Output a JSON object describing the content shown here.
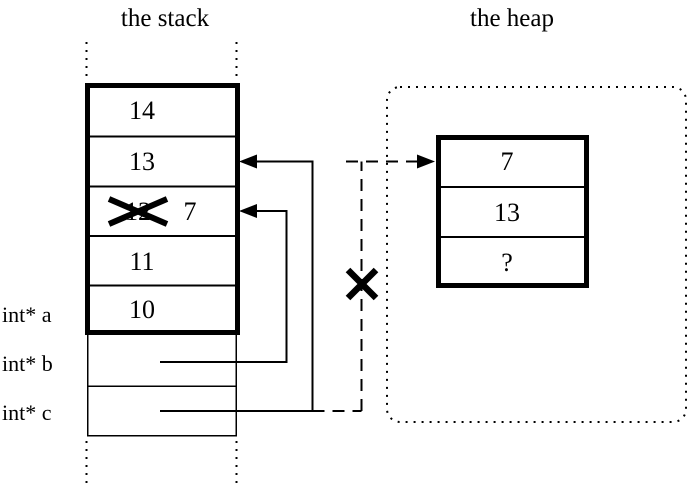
{
  "titles": {
    "stack": "the stack",
    "heap": "the heap"
  },
  "stack_frame": {
    "rows": [
      {
        "value": "14"
      },
      {
        "value": "13"
      },
      {
        "old_value": "12",
        "value": "7"
      },
      {
        "value": "11"
      },
      {
        "value": "10"
      }
    ],
    "pointer_rows": [
      {
        "label": "int* a"
      },
      {
        "label": "int* b"
      },
      {
        "label": "int* c"
      }
    ]
  },
  "heap_block": {
    "cells": [
      {
        "value": "7"
      },
      {
        "value": "13"
      },
      {
        "value": "?"
      }
    ]
  },
  "icons": {
    "overwrite_cross": "heavy-x-cross",
    "dangling_cross": "heavy-x-cross",
    "solid_arrowhead": "filled-triangle",
    "dashed_arrowhead": "filled-triangle"
  },
  "colors": {
    "ink": "#000000",
    "background": "#ffffff"
  }
}
